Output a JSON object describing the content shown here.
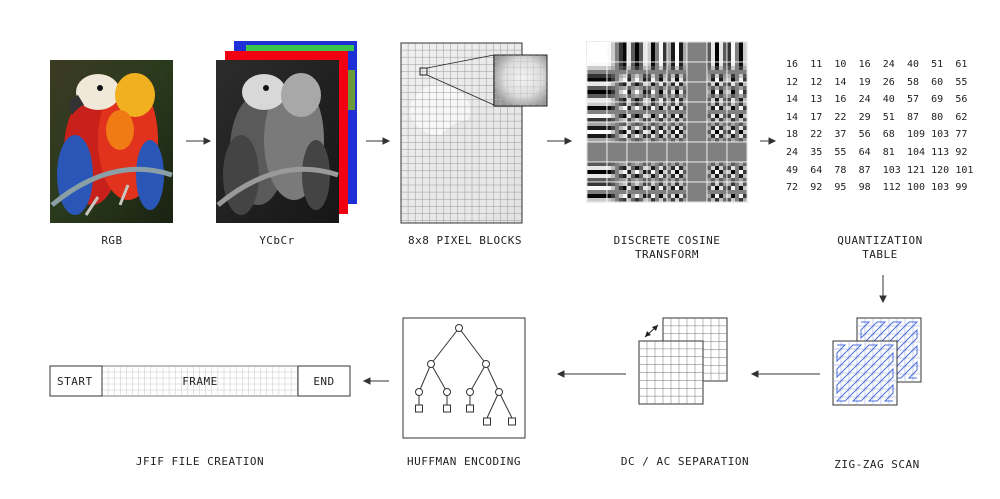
{
  "stages": {
    "rgb": "RGB",
    "ycbcr": "YCbCr",
    "blocks": "8x8 PIXEL BLOCKS",
    "dct": "DISCRETE COSINE\nTRANSFORM",
    "quant": "QUANTIZATION\nTABLE",
    "zigzag": "ZIG-ZAG SCAN",
    "dcac": "DC / AC SEPARATION",
    "huffman": "HUFFMAN ENCODING",
    "jfif": "JFIF FILE CREATION"
  },
  "jfif_bar": {
    "start": "START",
    "frame": "FRAME",
    "end": "END"
  },
  "quantization_table": [
    [
      "16",
      "11",
      "10",
      "16",
      "24",
      "40",
      "51",
      "61"
    ],
    [
      "12",
      "12",
      "14",
      "19",
      "26",
      "58",
      "60",
      "55"
    ],
    [
      "14",
      "13",
      "16",
      "24",
      "40",
      "57",
      "69",
      "56"
    ],
    [
      "14",
      "17",
      "22",
      "29",
      "51",
      "87",
      "80",
      "62"
    ],
    [
      "18",
      "22",
      "37",
      "56",
      "68",
      "109",
      "103",
      "77"
    ],
    [
      "24",
      "35",
      "55",
      "64",
      "81",
      "104",
      "113",
      "92"
    ],
    [
      "49",
      "64",
      "78",
      "87",
      "103",
      "121",
      "120",
      "101"
    ],
    [
      "72",
      "92",
      "95",
      "98",
      "112",
      "100",
      "103",
      "99"
    ]
  ],
  "colors": {
    "line": "#333333",
    "zigzag": "#4a6fd8",
    "ycbcr_blue": "#1f2fd6",
    "ycbcr_red": "#f00010"
  }
}
